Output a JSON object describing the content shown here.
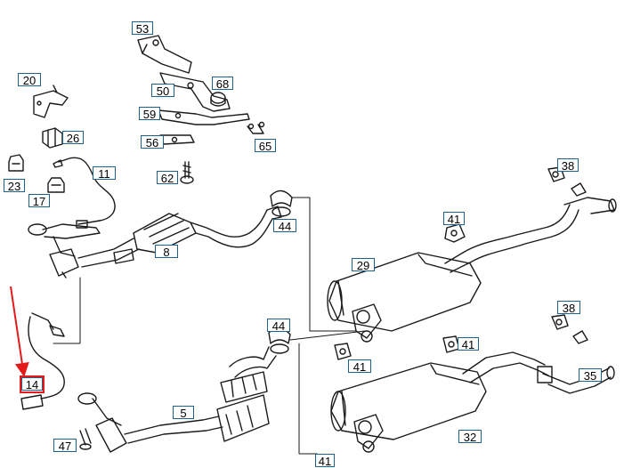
{
  "callouts": [
    {
      "id": "c53",
      "text": "53"
    },
    {
      "id": "c20",
      "text": "20"
    },
    {
      "id": "c68",
      "text": "68"
    },
    {
      "id": "c50",
      "text": "50"
    },
    {
      "id": "c59",
      "text": "59"
    },
    {
      "id": "c26",
      "text": "26"
    },
    {
      "id": "c56",
      "text": "56"
    },
    {
      "id": "c65",
      "text": "65"
    },
    {
      "id": "c11",
      "text": "11"
    },
    {
      "id": "c23",
      "text": "23"
    },
    {
      "id": "c62",
      "text": "62"
    },
    {
      "id": "c38a",
      "text": "38"
    },
    {
      "id": "c17",
      "text": "17"
    },
    {
      "id": "c41a",
      "text": "41"
    },
    {
      "id": "c44a",
      "text": "44"
    },
    {
      "id": "c8",
      "text": "8"
    },
    {
      "id": "c29",
      "text": "29"
    },
    {
      "id": "c38b",
      "text": "38"
    },
    {
      "id": "c44b",
      "text": "44"
    },
    {
      "id": "c41b",
      "text": "41"
    },
    {
      "id": "c41c",
      "text": "41"
    },
    {
      "id": "c14",
      "text": "14"
    },
    {
      "id": "c35",
      "text": "35"
    },
    {
      "id": "c5",
      "text": "5"
    },
    {
      "id": "c32",
      "text": "32"
    },
    {
      "id": "c47",
      "text": "47"
    },
    {
      "id": "c41d",
      "text": "41"
    }
  ],
  "highlight": {
    "callout": "c14",
    "color": "#e31b1b"
  },
  "colors": {
    "line": "#1a1a1a",
    "label_border": "#1f5f8b",
    "accent": "#e31b1b"
  }
}
